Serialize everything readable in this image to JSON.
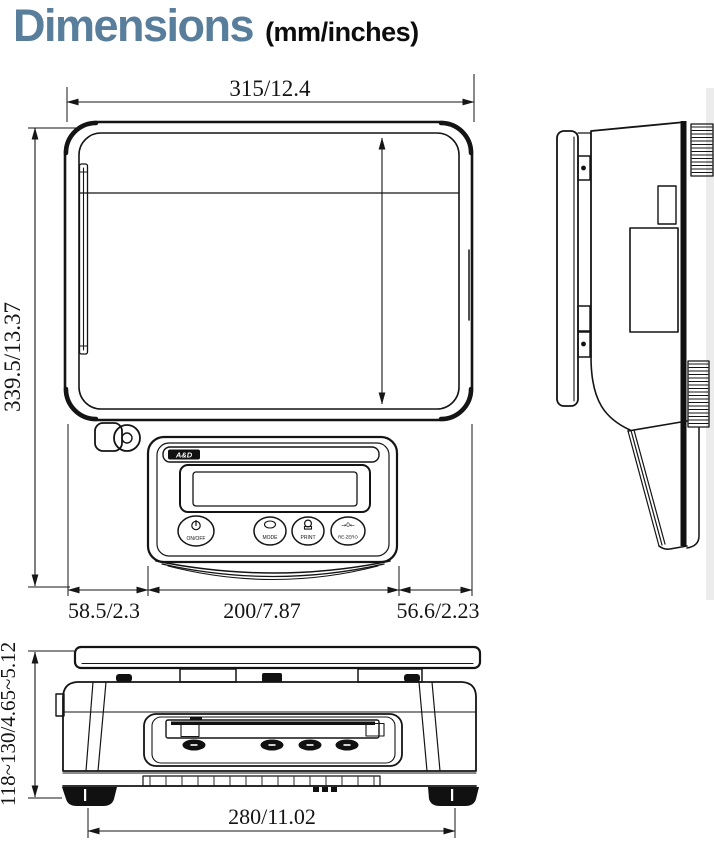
{
  "title": {
    "main": "Dimensions",
    "suffix": "(mm/inches)"
  },
  "colors": {
    "accent": "#587e9c",
    "line": "#141414"
  },
  "views": {
    "top_view": {
      "dims": {
        "overall_width": "315/12.4",
        "overall_depth": "339.5/13.37",
        "left_offset": "58.5/2.3",
        "display_width": "200/7.87",
        "right_offset": "56.6/2.23"
      }
    },
    "front_view": {
      "dims": {
        "height_range": "118~130/4.65~5.12",
        "base_width": "280/11.02"
      }
    }
  },
  "panel": {
    "brand": "A&D",
    "buttons": [
      {
        "label": "ON/OFF",
        "icon": "power-icon"
      },
      {
        "label": "MODE",
        "icon": "mode-icon"
      },
      {
        "label": "PRINT",
        "icon": "print-icon"
      },
      {
        "label": "RE-ZERO",
        "icon": "rezero-icon",
        "icon_text": "→0←"
      }
    ]
  }
}
